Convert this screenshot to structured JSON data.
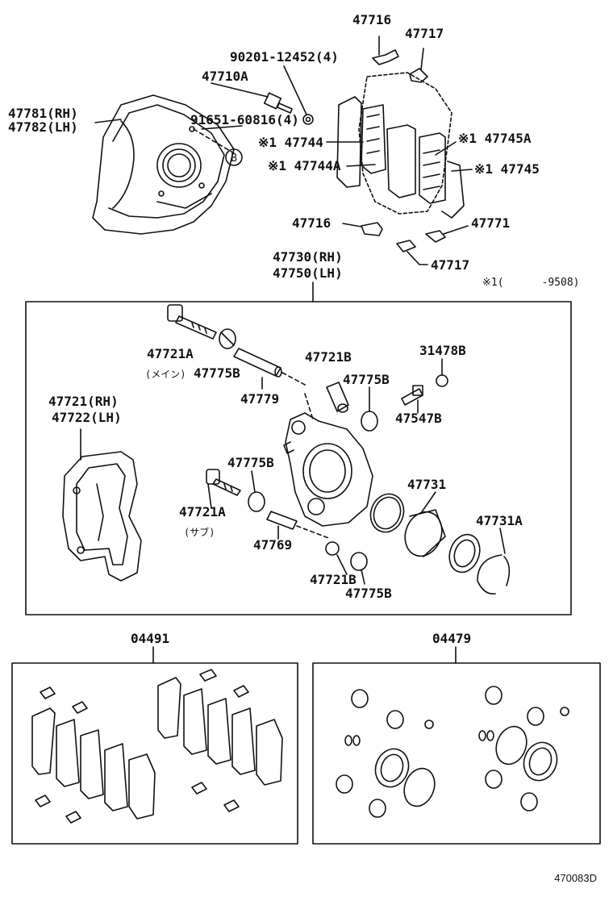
{
  "labels": {
    "p47716_top": "47716",
    "p47717_top": "47717",
    "p90201": "90201-12452(4)",
    "p47710A": "47710A",
    "p47781": "47781(RH)",
    "p47782": "47782(LH)",
    "p91651": "91651-60816(4)",
    "b_marker": "B",
    "p47744": "※1 47744",
    "p47744A": "※1 47744A",
    "p47745A": "※1 47745A",
    "p47745": "※1 47745",
    "p47716_mid": "47716",
    "p47771": "47771",
    "p47717_mid": "47717",
    "p47730": "47730(RH)",
    "p47750": "47750(LH)",
    "note_9508": "※1(      -9508)",
    "p47721A_main": "47721A",
    "main_jp": "(メイン)",
    "p47775B_1": "47775B",
    "p47779": "47779",
    "p47721B_1": "47721B",
    "p47775B_2": "47775B",
    "p31478B": "31478B",
    "p47547B": "47547B",
    "p47721": "47721(RH)",
    "p47722": "47722(LH)",
    "p47775B_3": "47775B",
    "p47721A_sub": "47721A",
    "sub_jp": "(サブ)",
    "p47769": "47769",
    "p47731": "47731",
    "p47731A": "47731A",
    "p47721B_2": "47721B",
    "p47775B_4": "47775B",
    "p04491": "04491",
    "p04479": "04479"
  },
  "reference": "470083D"
}
